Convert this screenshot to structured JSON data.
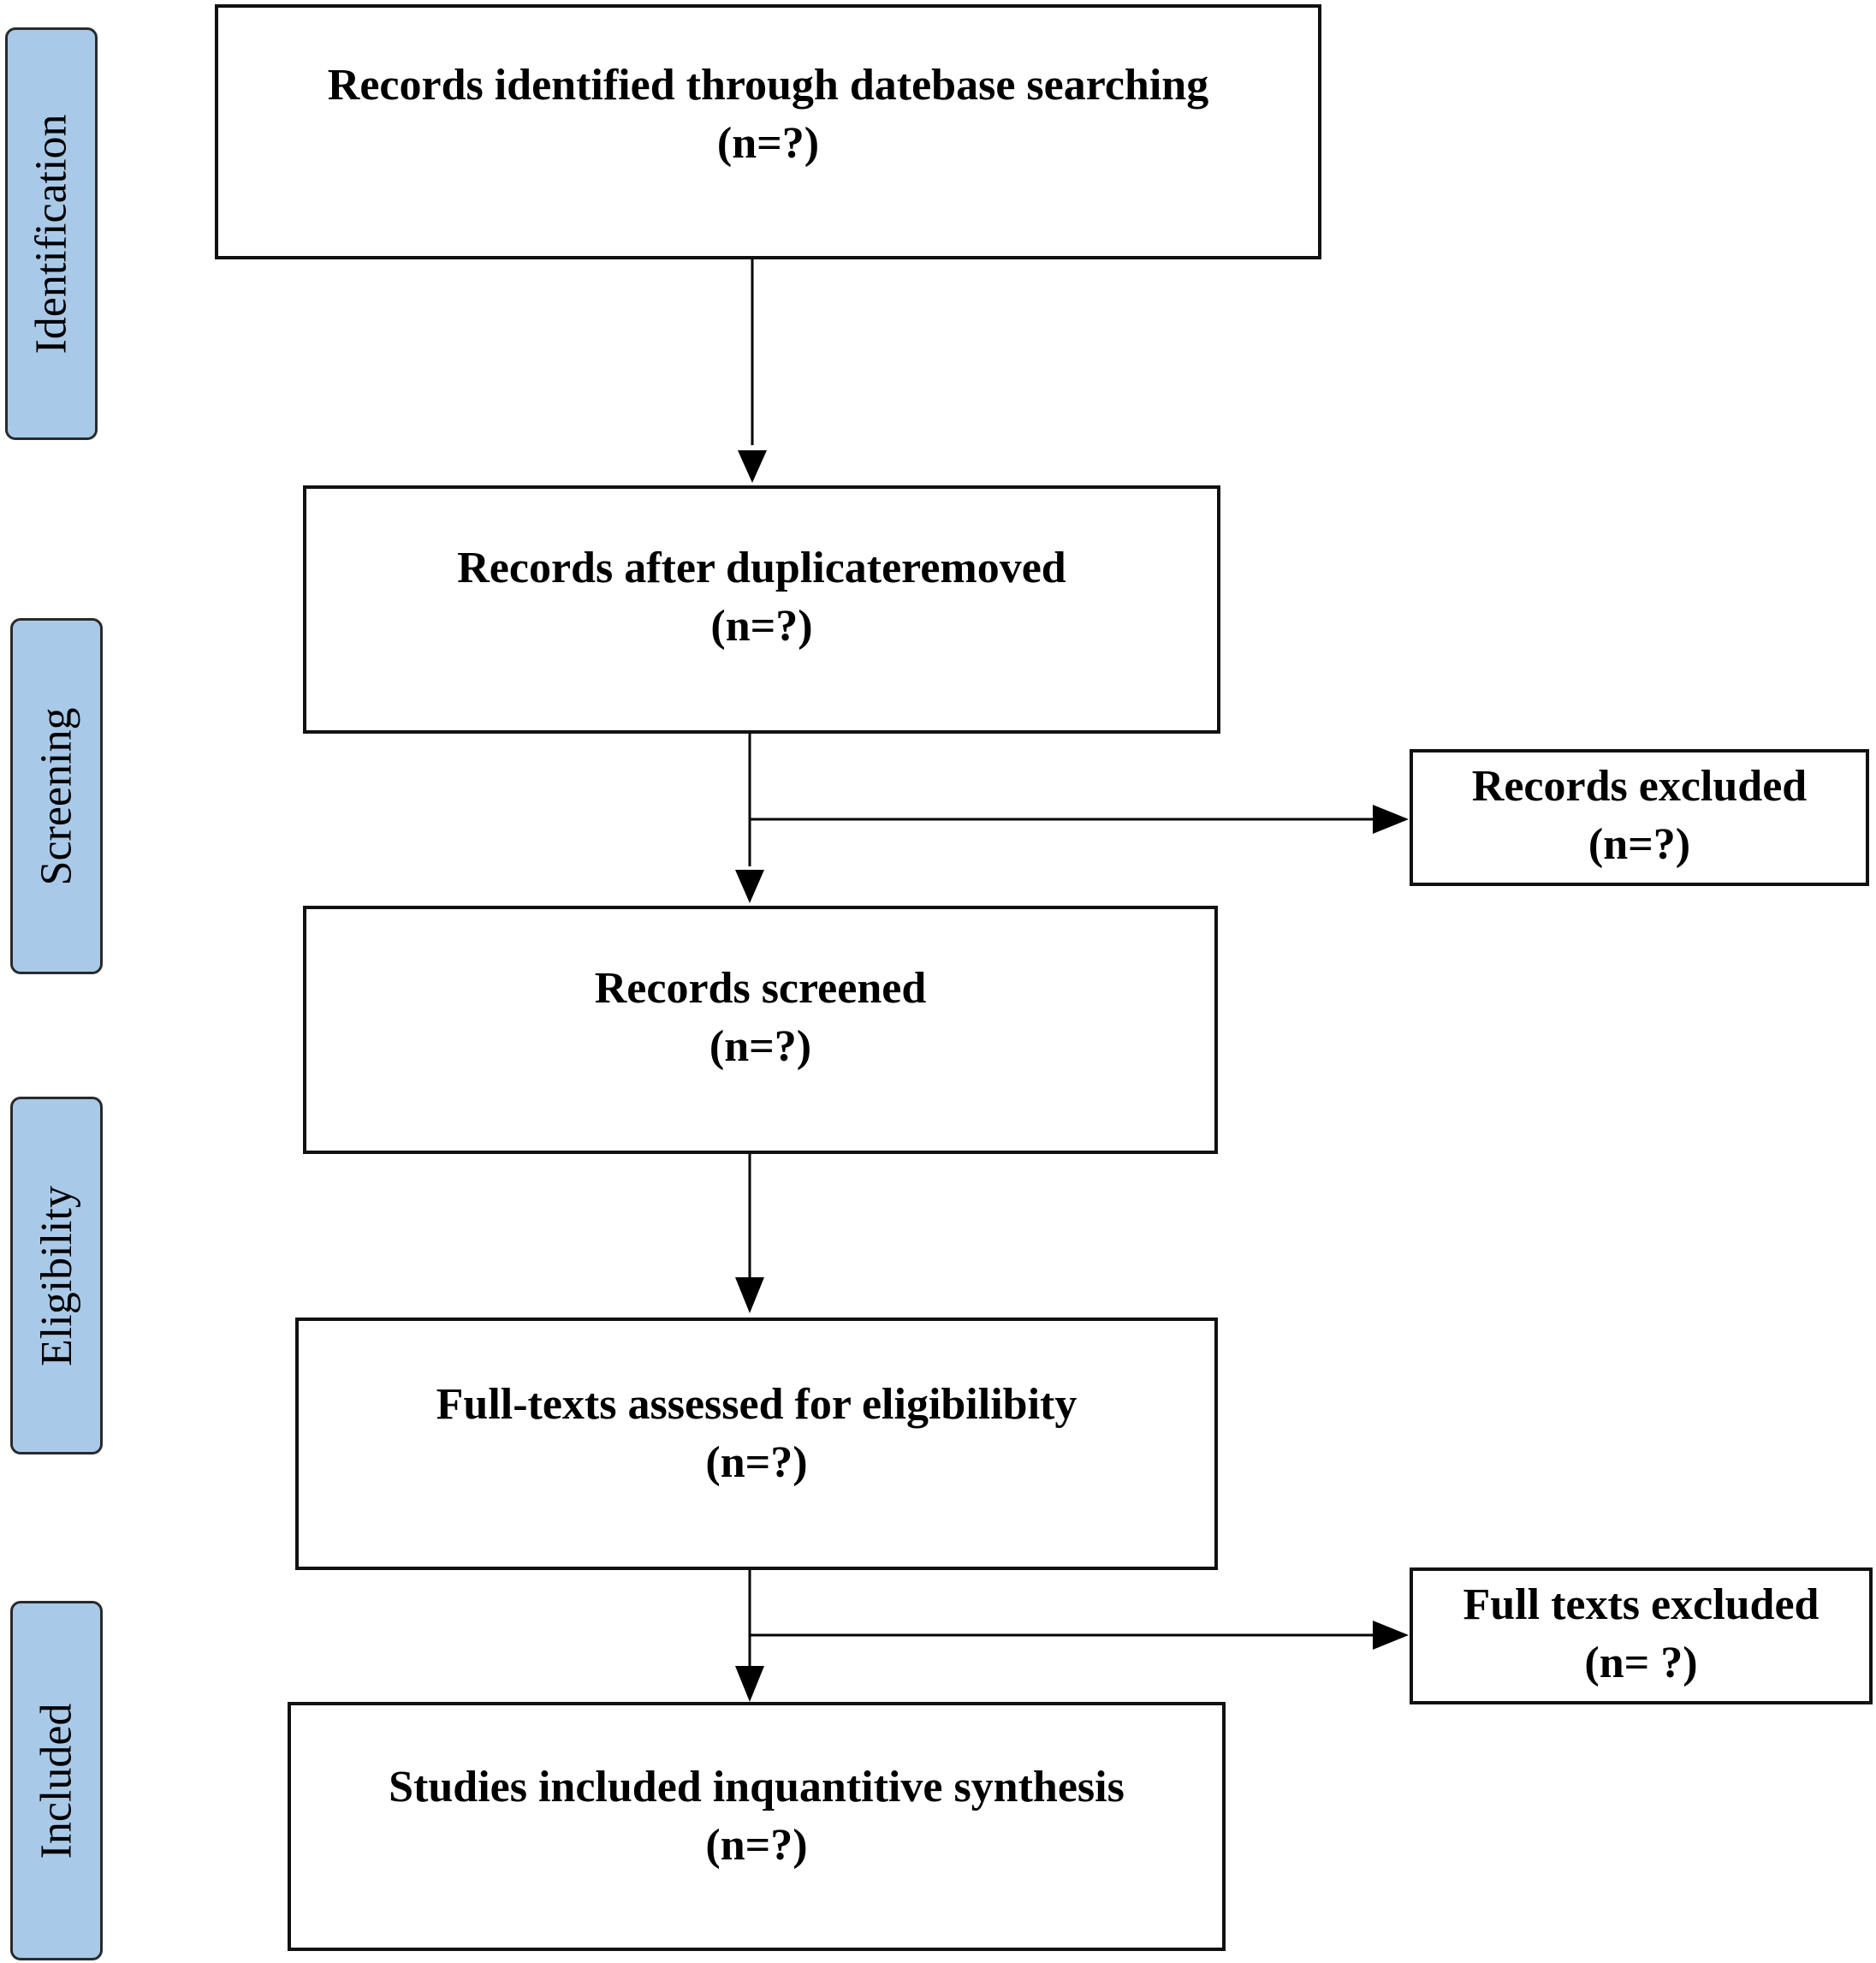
{
  "colors": {
    "stage_fill": "#a9c9e8",
    "box_border": "#111111",
    "arrow": "#000000"
  },
  "stages": [
    {
      "id": "identification",
      "label": "Identification"
    },
    {
      "id": "screening",
      "label": "Screening"
    },
    {
      "id": "eligibility",
      "label": "Eligibility"
    },
    {
      "id": "included",
      "label": "Included"
    }
  ],
  "boxes": {
    "identified": {
      "title": "Records identified through datebase searching",
      "count": "(n=?)"
    },
    "deduplicated": {
      "title": "Records after duplicateremoved",
      "count": "(n=?)"
    },
    "screened": {
      "title": "Records screened",
      "count": "(n=?)"
    },
    "fulltext": {
      "title": "Full-texts assessed for eligibilibity",
      "count": "(n=?)"
    },
    "included": {
      "title": "Studies included inquantitive synthesis",
      "count": "(n=?)"
    },
    "records_excluded": {
      "title": "Records excluded",
      "count": "(n=?)"
    },
    "fulltext_excluded": {
      "title": "Full texts excluded",
      "count": "(n= ?)"
    }
  }
}
